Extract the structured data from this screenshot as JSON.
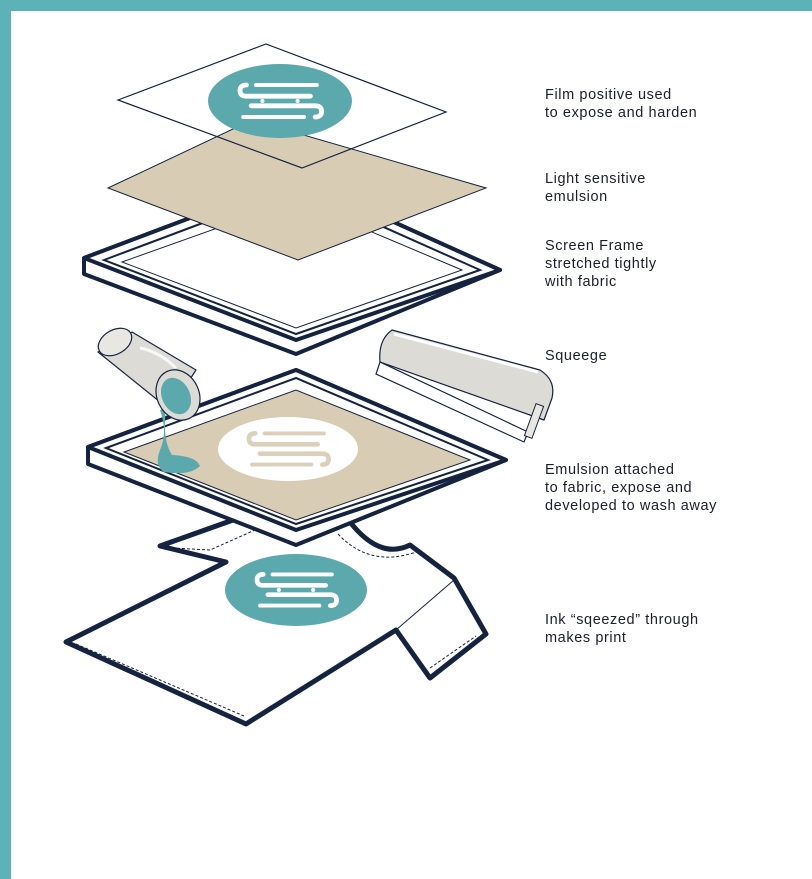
{
  "colors": {
    "frame_border": "#5db2b8",
    "navy": "#16233f",
    "teal": "#5ba9ad",
    "emulsion": "#d8ccb4",
    "ink_can": "#dcdbd5"
  },
  "icons": [
    "logo-icon",
    "paint-can-icon",
    "squeegee-icon",
    "tshirt-icon"
  ],
  "labels": {
    "film": "Film positive used\nto expose and harden",
    "emulsion": "Light sensitive\nemulsion",
    "frame": "Screen Frame\nstretched tightly\nwith fabric",
    "squeegee": "Squeege",
    "attached": "Emulsion attached\nto fabric, expose and\ndeveloped to wash away",
    "ink": "Ink “sqeezed” through\nmakes print"
  }
}
